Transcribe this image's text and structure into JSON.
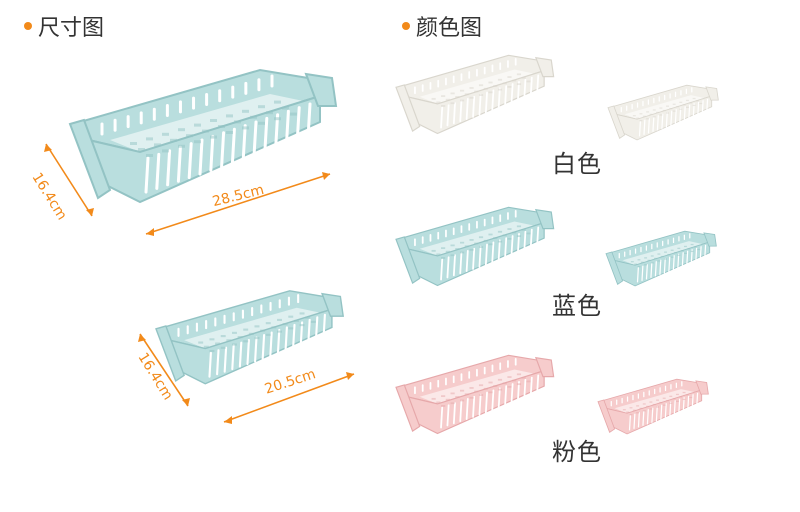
{
  "headings": {
    "size": "尺寸图",
    "colors": "颜色图"
  },
  "dimensions": {
    "large": {
      "depth": "16.4cm",
      "width": "28.5cm"
    },
    "small": {
      "depth": "16.4cm",
      "width": "20.5cm"
    }
  },
  "color_options": [
    {
      "label": "白色",
      "fill": "#f1efe9",
      "stroke": "#d9d6cd"
    },
    {
      "label": "蓝色",
      "fill": "#b9dede",
      "stroke": "#93c3c4"
    },
    {
      "label": "粉色",
      "fill": "#f6cccc",
      "stroke": "#e6a8aa"
    }
  ],
  "colors": {
    "accent": "#f28a1a",
    "size_basket_fill": "#b9dede",
    "size_basket_stroke": "#93c3c4"
  }
}
